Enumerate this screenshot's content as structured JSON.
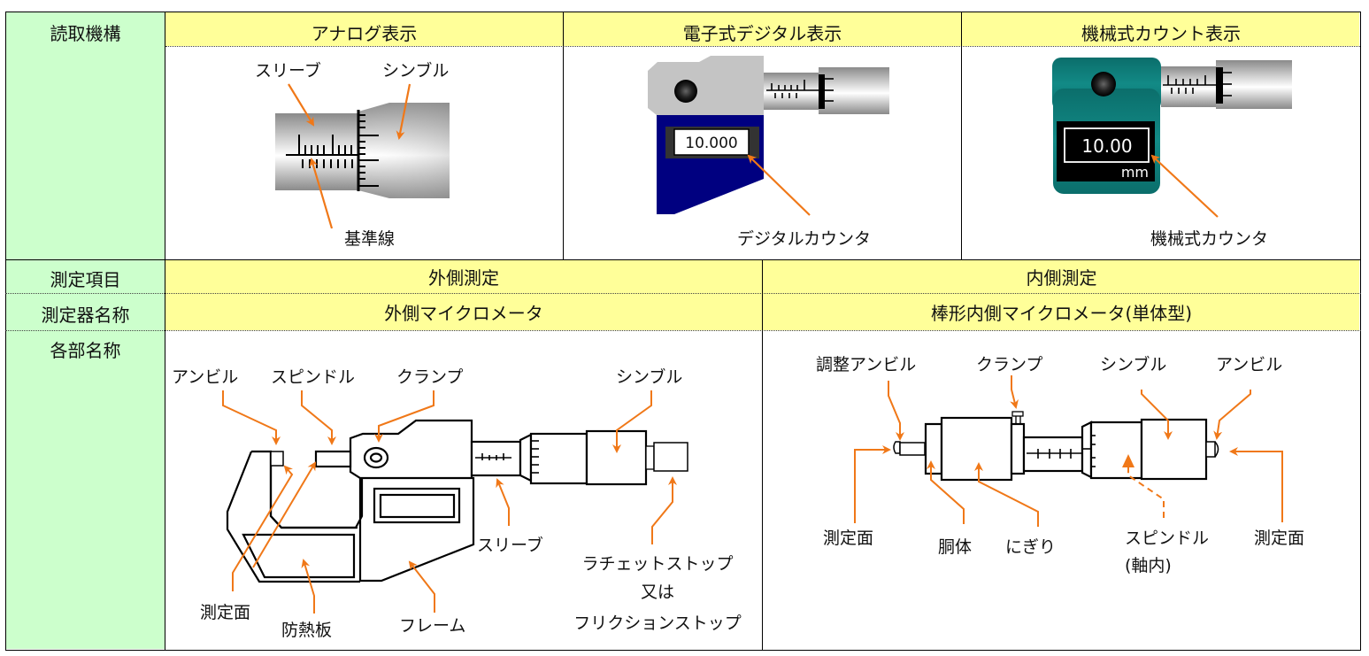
{
  "table": {
    "rows": {
      "reading": {
        "label": "読取機構",
        "columns": [
          {
            "header": "アナログ表示",
            "parts": {
              "sleeve": "スリーブ",
              "thimble": "シンブル",
              "reference_line": "基準線"
            }
          },
          {
            "header": "電子式デジタル表示",
            "display_value": "10.000",
            "parts": {
              "counter": "デジタルカウンタ"
            }
          },
          {
            "header": "機械式カウント表示",
            "display_value": "10.00",
            "display_unit": "mm",
            "parts": {
              "counter": "機械式カウンタ"
            }
          }
        ]
      },
      "measurement_item": {
        "label": "測定項目",
        "columns": [
          "外側測定",
          "内側測定"
        ]
      },
      "instrument_name": {
        "label": "測定器名称",
        "columns": [
          "外側マイクロメータ",
          "棒形内側マイクロメータ(単体型)"
        ]
      },
      "part_names": {
        "label": "各部名称",
        "outside": {
          "anvil": "アンビル",
          "spindle": "スピンドル",
          "clamp": "クランプ",
          "thimble": "シンブル",
          "sleeve": "スリーブ",
          "ratchet_line1": "ラチェットストップ",
          "ratchet_line2": "又は",
          "ratchet_line3": "フリクションストップ",
          "measuring_face": "測定面",
          "heat_insulator": "防熱板",
          "frame": "フレーム"
        },
        "inside": {
          "adjust_anvil": "調整アンビル",
          "clamp": "クランプ",
          "thimble": "シンブル",
          "anvil": "アンビル",
          "measuring_face_left": "測定面",
          "body": "胴体",
          "grip": "にぎり",
          "spindle_line1": "スピンドル",
          "spindle_line2": "(軸内)",
          "measuring_face_right": "測定面"
        }
      }
    }
  },
  "colors": {
    "label_bg": "#ccffcc",
    "header_bg": "#ffff99",
    "arrow": "#f07818",
    "digital_body": "#000080",
    "mechanical_body": "#0a7a78"
  }
}
